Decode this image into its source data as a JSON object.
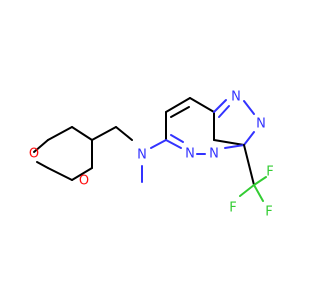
{
  "molecule": {
    "colors": {
      "carbon_bond": "#000000",
      "nitrogen": "#3333ff",
      "oxygen": "#ff0d0d",
      "fluorine": "#33cc33"
    },
    "atoms": {
      "o_top": "O",
      "o_ring": "O",
      "n_amine": "N",
      "n_pyridazine": "N",
      "n_bridge": "N",
      "n_triazole_top": "N",
      "n_triazole_right": "N",
      "f_top": "F",
      "f_left": "F",
      "f_bottom": "F"
    }
  }
}
